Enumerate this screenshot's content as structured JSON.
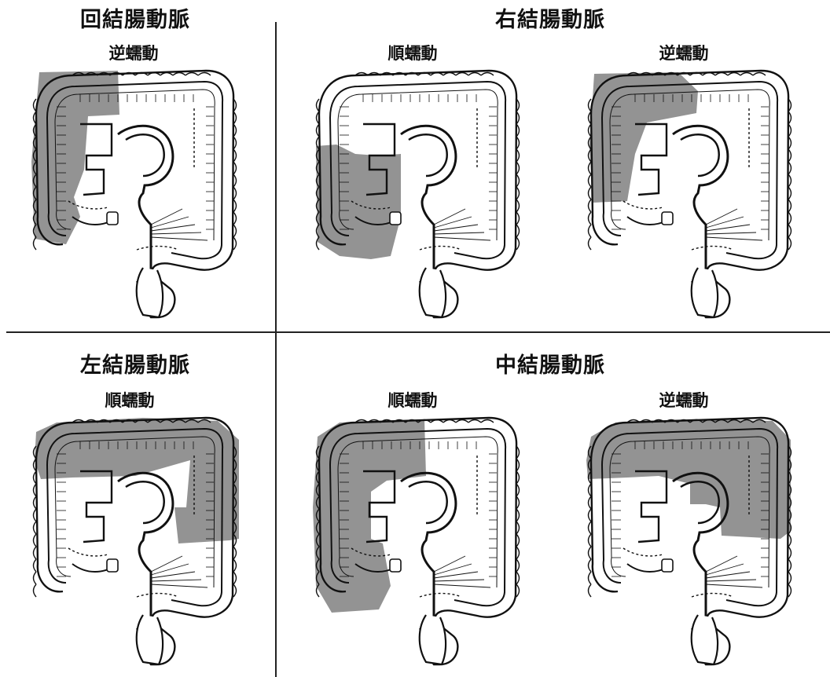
{
  "panels": [
    {
      "title": "回結腸動脈",
      "sub": [
        "逆蠕動"
      ]
    },
    {
      "title": "右結腸動脈",
      "sub": [
        "順蠕動",
        "逆蠕動"
      ]
    },
    {
      "title": "左結腸動脈",
      "sub": [
        "順蠕動"
      ]
    },
    {
      "title": "中結腸動脈",
      "sub": [
        "順蠕動",
        "逆蠕動"
      ]
    }
  ],
  "colors": {
    "shade": "#8d8d8d",
    "line": "#111111",
    "background": "#ffffff"
  }
}
